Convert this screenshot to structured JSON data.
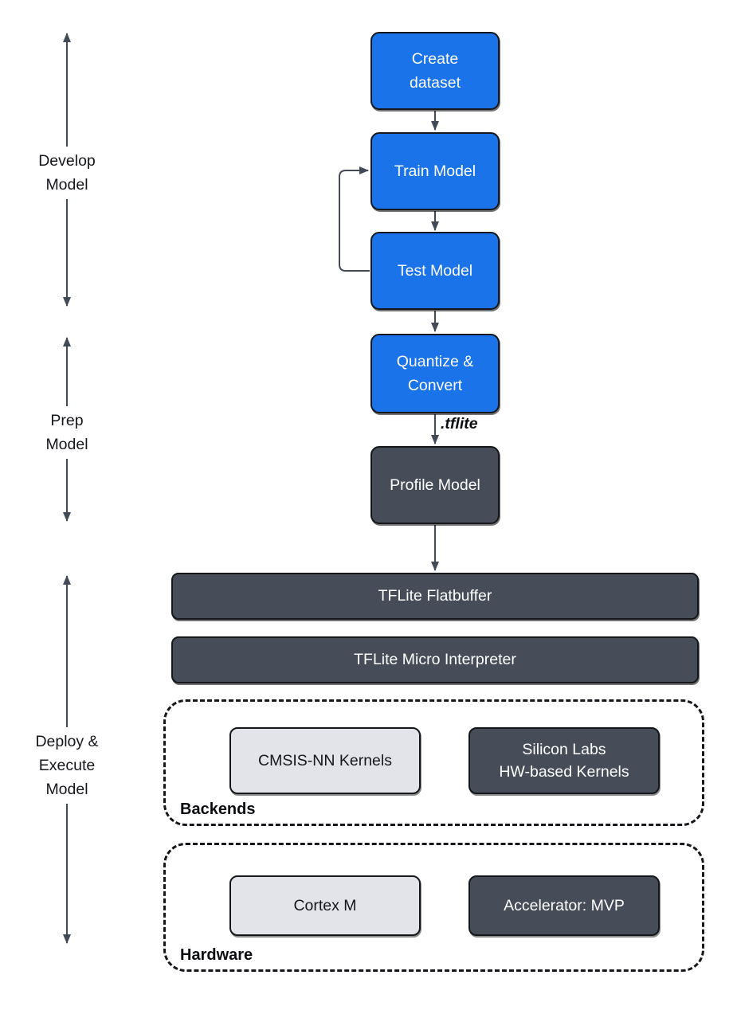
{
  "colors": {
    "primary_blue": "#1a73e8",
    "dark_slate": "#464c58",
    "light_gray": "#e2e4e9",
    "arrow": "#434a57",
    "background": "#ffffff"
  },
  "side_labels": {
    "develop": "Develop\nModel",
    "prep": "Prep\nModel",
    "deploy": "Deploy &\nExecute\nModel"
  },
  "nodes": {
    "create_dataset": "Create\ndataset",
    "train_model": "Train Model",
    "test_model": "Test Model",
    "quantize_convert": "Quantize &\nConvert",
    "profile_model": "Profile Model"
  },
  "annotations": {
    "tflite_file": ".tflite"
  },
  "layers": {
    "flatbuffer": "TFLite Flatbuffer",
    "interpreter": "TFLite Micro Interpreter"
  },
  "groups": {
    "backends": {
      "title": "Backends",
      "cmsis": "CMSIS-NN Kernels",
      "silabs": "Silicon Labs\nHW-based Kernels"
    },
    "hardware": {
      "title": "Hardware",
      "cortex": "Cortex M",
      "mvp": "Accelerator: MVP"
    }
  }
}
